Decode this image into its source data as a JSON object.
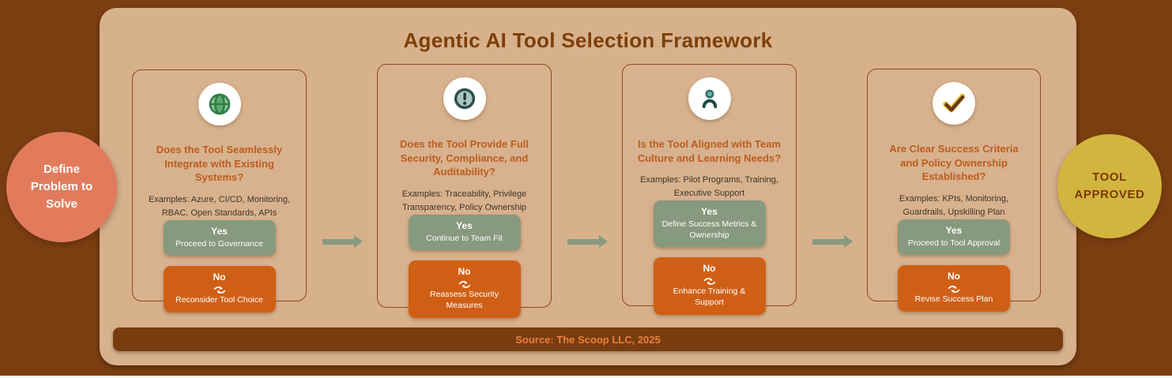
{
  "title": "Agentic AI Tool Selection Framework",
  "start_node": {
    "label": "Define Problem to Solve"
  },
  "end_node": {
    "label": "TOOL APPROVED"
  },
  "cards": [
    {
      "icon": "globe-icon",
      "question": "Does the Tool Seamlessly Integrate with Existing Systems?",
      "examples": "Examples: Azure, CI/CD, Monitoring, RBAC, Open Standards, APIs",
      "yes": {
        "label": "Yes",
        "action": "Proceed to Governance"
      },
      "no": {
        "label": "No",
        "action": "Reconsider Tool Choice"
      }
    },
    {
      "icon": "alert-icon",
      "question": "Does the Tool Provide Full Security, Compliance, and Auditability?",
      "examples": "Examples: Traceability, Privilege Transparency, Policy Ownership",
      "yes": {
        "label": "Yes",
        "action": "Continue to Team Fit"
      },
      "no": {
        "label": "No",
        "action": "Reassess Security Measures"
      }
    },
    {
      "icon": "person-icon",
      "question": "Is the Tool Aligned with Team Culture and Learning Needs?",
      "examples": "Examples: Pilot Programs, Training, Executive Support",
      "yes": {
        "label": "Yes",
        "action": "Define Success Metrics & Ownership"
      },
      "no": {
        "label": "No",
        "action": "Enhance Training & Support"
      }
    },
    {
      "icon": "check-icon",
      "question": "Are Clear Success Criteria and Policy Ownership Established?",
      "examples": "Examples: KPIs, Monitoring, Guardrails, Upskilling Plan",
      "yes": {
        "label": "Yes",
        "action": "Proceed to Tool Approval"
      },
      "no": {
        "label": "No",
        "action": "Revise Success Plan"
      }
    }
  ],
  "source": "Source: The Scoop LLC, 2025",
  "colors": {
    "background": "#7b3e10",
    "panel": "#d7b18c",
    "title_text": "#7d3f08",
    "question_text": "#bd5c1e",
    "examples_text": "#3f3428",
    "yes_button": "#87997e",
    "no_button": "#d05f16",
    "start_circle": "#e27b5c",
    "end_circle": "#d2b53e",
    "source_bar": "#793c0e",
    "source_text": "#e9813d",
    "arrow": "#87997e"
  }
}
